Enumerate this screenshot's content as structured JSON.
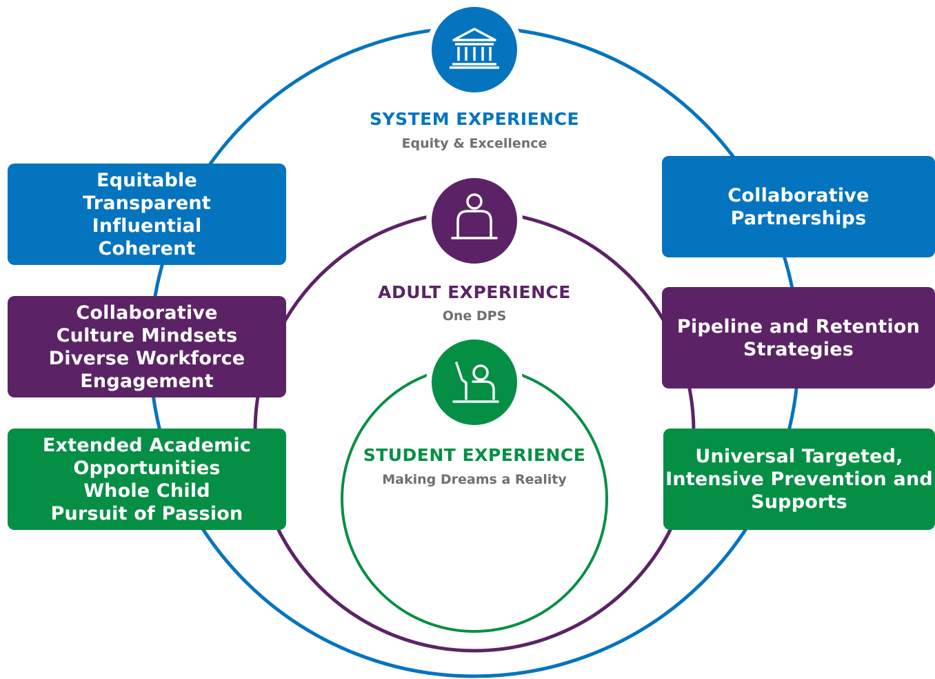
{
  "colors": {
    "system": "#0574bf",
    "adult": "#5b2365",
    "student": "#058f45",
    "subtitle": "#6f6f6f"
  },
  "system": {
    "title": "SYSTEM EXPERIENCE",
    "subtitle": "Equity & Excellence",
    "icon": "government-building-icon"
  },
  "adult": {
    "title": "ADULT EXPERIENCE",
    "subtitle": "One DPS",
    "icon": "adult-person-icon"
  },
  "student": {
    "title": "STUDENT EXPERIENCE",
    "subtitle": "Making Dreams a Reality",
    "icon": "student-raising-hand-icon"
  },
  "left_boxes": {
    "system": [
      "Equitable",
      "Transparent",
      "Influential",
      "Coherent"
    ],
    "adult": [
      "Collaborative",
      "Culture Mindsets",
      "Diverse Workforce",
      "Engagement"
    ],
    "student": [
      "Extended Academic",
      "Opportunities",
      "Whole Child",
      "Pursuit of Passion"
    ]
  },
  "right_boxes": {
    "system": [
      "Collaborative",
      "Partnerships"
    ],
    "adult": [
      "Pipeline and Retention",
      "Strategies"
    ],
    "student": [
      "Universal Targeted,",
      "Intensive Prevention and",
      "Supports"
    ]
  }
}
